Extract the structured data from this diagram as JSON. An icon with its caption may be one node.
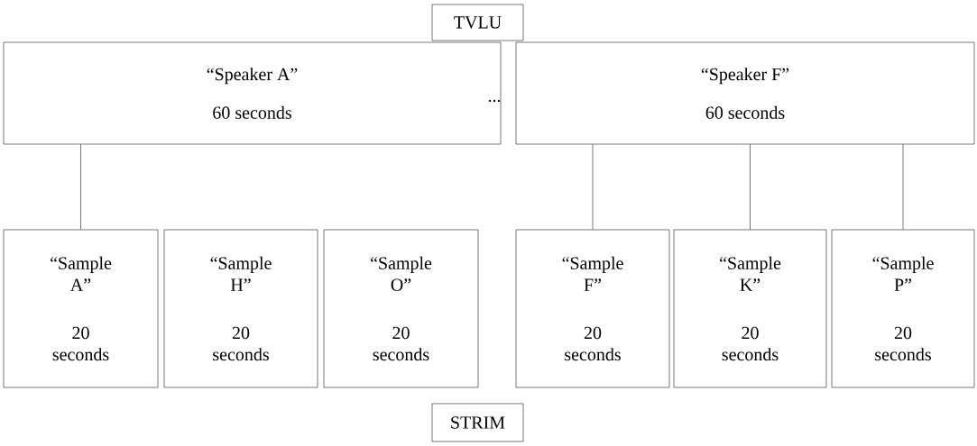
{
  "diagram": {
    "nodes": [
      {
        "text": [
          "TVLU"
        ]
      },
      {
        "text": [
          "“Speaker A”",
          "60 seconds"
        ]
      },
      {
        "text": [
          "“Speaker F”",
          "60 seconds"
        ]
      },
      {
        "text": [
          "“Sample A”",
          "20 seconds"
        ]
      },
      {
        "text": [
          "“Sample H”",
          "20 seconds"
        ]
      },
      {
        "text": [
          "“Sample O”",
          "20 seconds"
        ]
      },
      {
        "text": [
          "“Sample F”",
          "20 seconds"
        ]
      },
      {
        "text": [
          "“Sample K”",
          "20 seconds"
        ]
      },
      {
        "text": [
          "“Sample P”",
          "20 seconds"
        ]
      },
      {
        "text": [
          "STRIM"
        ]
      }
    ],
    "edges": [
      {
        "from": 1,
        "to": 3,
        "arrow": "none"
      },
      {
        "from": 2,
        "to": 6,
        "arrow": "none"
      },
      {
        "from": 2,
        "to": 7,
        "arrow": "none"
      },
      {
        "from": 2,
        "to": 8,
        "arrow": "none"
      }
    ],
    "labels": [
      "..."
    ]
  }
}
